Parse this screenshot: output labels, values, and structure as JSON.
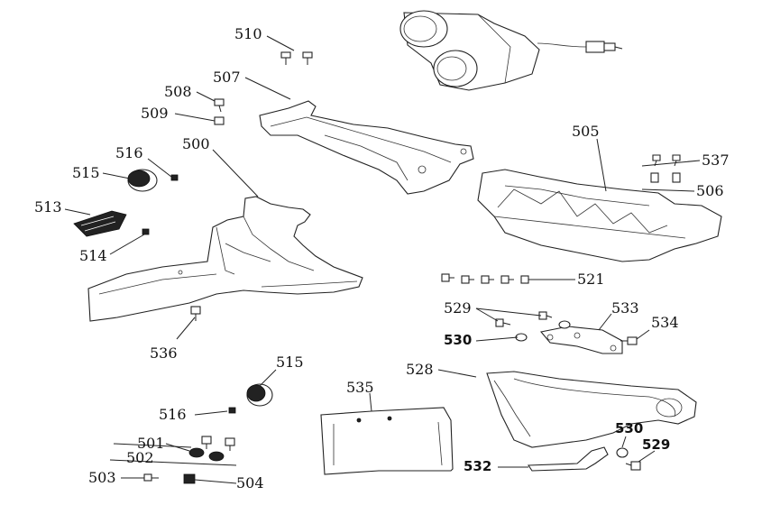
{
  "labels": {
    "p510": "510",
    "p507": "507",
    "p508": "508",
    "p509": "509",
    "p505": "505",
    "p516a": "516",
    "p500": "500",
    "p515a": "515",
    "p537": "537",
    "p506": "506",
    "p513": "513",
    "p514": "514",
    "p521": "521",
    "p529a": "529",
    "p533": "533",
    "p534": "534",
    "p530a": "530",
    "p536": "536",
    "p528": "528",
    "p515b": "515",
    "p535": "535",
    "p516b": "516",
    "p501": "501",
    "p502": "502",
    "p530b": "530",
    "p529b": "529",
    "p503": "503",
    "p504": "504",
    "p532": "532"
  }
}
